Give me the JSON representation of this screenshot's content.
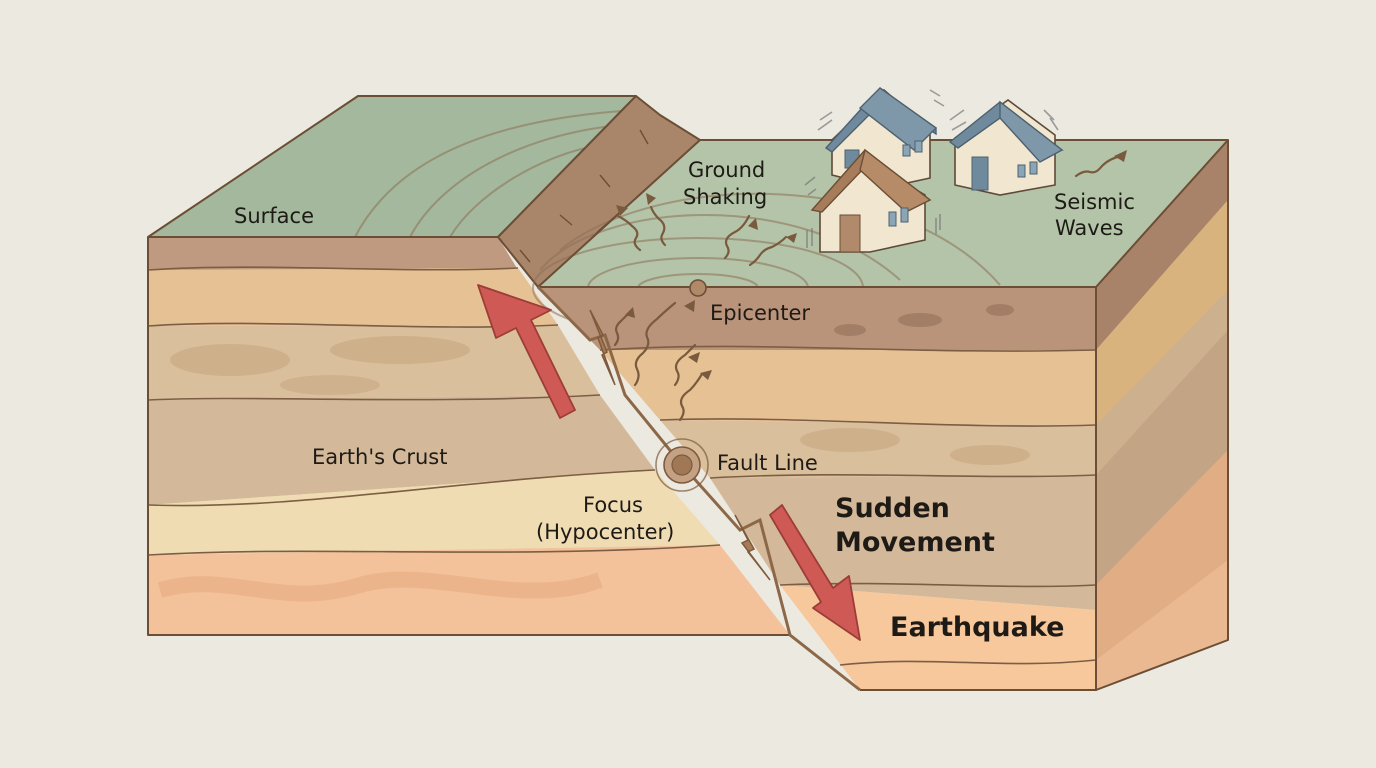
{
  "diagram": {
    "subject": "Earthquake fault block diagram",
    "labels": {
      "surface": "Surface",
      "ground_shaking_1": "Ground",
      "ground_shaking_2": "Shaking",
      "seismic_waves_1": "Seismic",
      "seismic_waves_2": "Waves",
      "epicenter": "Epicenter",
      "earths_crust": "Earth's Crust",
      "fault_line": "Fault Line",
      "focus_1": "Focus",
      "focus_2": "(Hypocenter)",
      "sudden_movement_1": "Sudden",
      "sudden_movement_2": "Movement",
      "earthquake": "Earthquake"
    },
    "icons": {
      "up_arrow": "arrow-up-left (hanging wall uplift)",
      "down_arrow": "arrow-down-right (footwall drop)",
      "houses": "house-icon x3 (shaking)",
      "focus_marker": "concentric-rings-icon",
      "epicenter_marker": "dot-icon",
      "fault_zigzag": "lightning-crack-icon x2"
    },
    "colors": {
      "background": "#ece9e1",
      "surface_green": "#a3b89c",
      "surface_green_light": "#b3c4a8",
      "soil_brown": "#b9937a",
      "layer_tan": "#e6c194",
      "layer_mottled": "#d9bf9c",
      "layer_crust": "#d3b999",
      "layer_cream": "#efdcb2",
      "layer_peach": "#f3c29a",
      "arrow_red": "#cf5a55",
      "outline": "#6b4e35",
      "roof_blue": "#6f8a9c",
      "roof_brown": "#a67c5b",
      "house_wall": "#f1e6cf"
    }
  }
}
